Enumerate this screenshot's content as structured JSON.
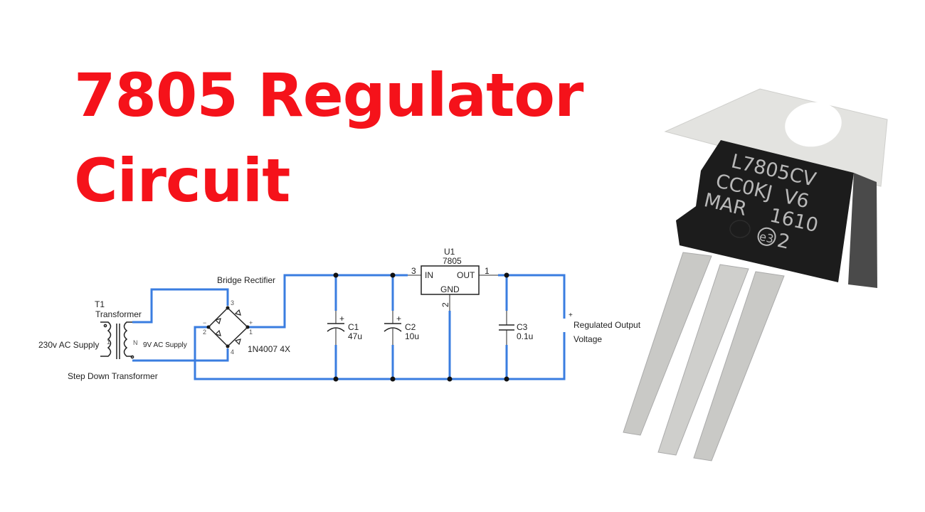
{
  "title": {
    "line1": "7805 Regulator",
    "line2": "Circuit"
  },
  "colors": {
    "title": "#f5121a",
    "wire": "#3a7de0"
  },
  "schematic": {
    "transformer": {
      "ref": "T1",
      "name": "Transformer",
      "primary_label": "230v AC Supply",
      "secondary_label": "9V AC Supply",
      "caption": "Step Down Transformer",
      "pin_primary": "1",
      "pin_secondary": "N"
    },
    "bridge": {
      "name": "Bridge Rectifier",
      "part": "1N4007 4X",
      "pins": {
        "top": "3",
        "left": "2",
        "right": "1",
        "bottom": "4"
      },
      "minus": "−",
      "plus": "+"
    },
    "c1": {
      "ref": "C1",
      "value": "47u",
      "polarity": "+"
    },
    "c2": {
      "ref": "C2",
      "value": "10u",
      "polarity": "+"
    },
    "c3": {
      "ref": "C3",
      "value": "0.1u"
    },
    "regulator": {
      "ref": "U1",
      "part": "7805",
      "in": "IN",
      "out": "OUT",
      "gnd": "GND",
      "pin_in": "3",
      "pin_out": "1",
      "pin_gnd": "2"
    },
    "output": {
      "plus": "+",
      "line1": "Regulated Output",
      "line2": "Voltage"
    }
  },
  "photo": {
    "marking": [
      "L7805CV",
      "CC0KJ  V6",
      "MAR    1610",
      "e3",
      "2"
    ]
  }
}
